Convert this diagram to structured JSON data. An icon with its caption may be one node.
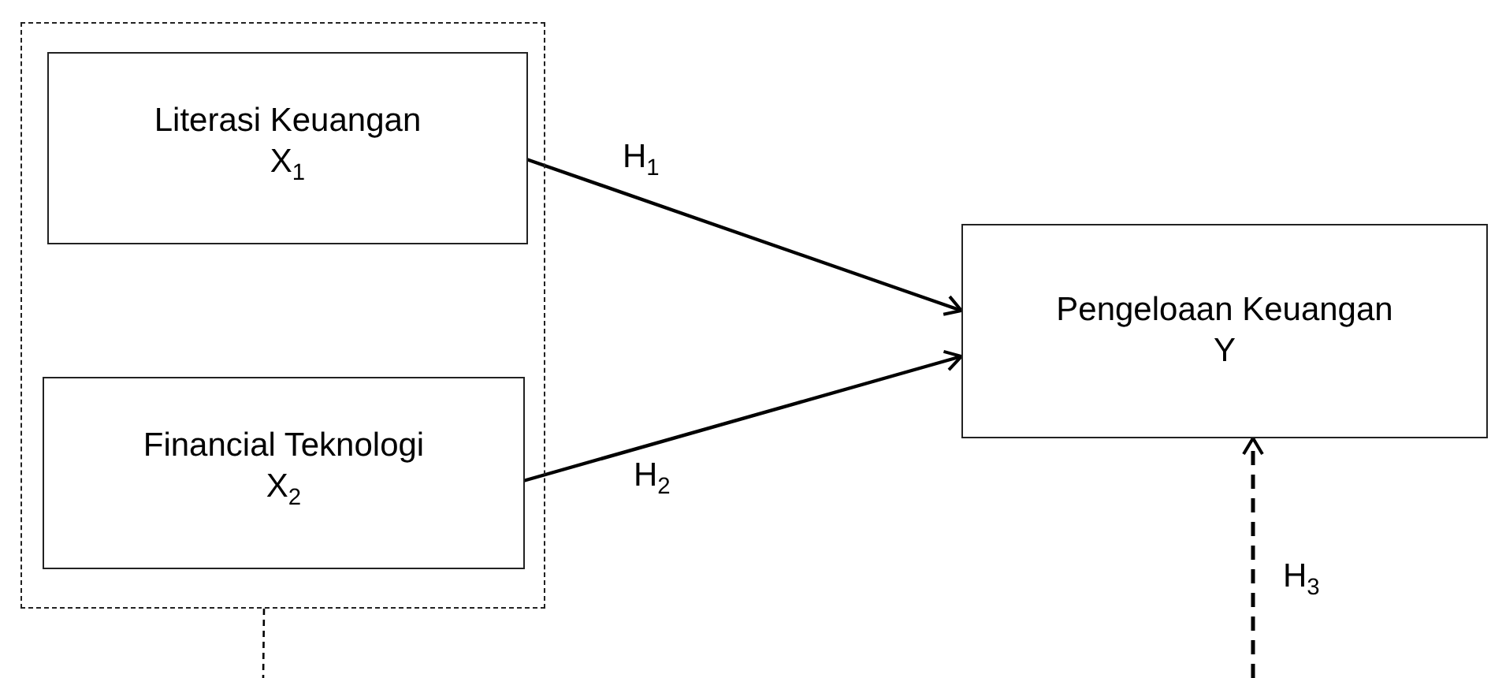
{
  "diagram": {
    "nodes": [
      {
        "text": [],
        "shape": "box"
      },
      {
        "text": [
          "Literasi Keuangan X$_{1}$"
        ],
        "in": 0
      },
      {
        "text": [
          "Financial Teknologi X$_{2}$"
        ],
        "in": 0
      },
      {
        "text": [
          "Pengeloaan Keuangan Y"
        ]
      }
    ],
    "edges": [
      {
        "from": 1,
        "to": 3,
        "arrow": "to",
        "label": "H$_{1}$"
      },
      {
        "from": 2,
        "to": 3,
        "arrow": "to",
        "label": "H$_{2}$"
      },
      {
        "from": 0,
        "to": null,
        "arrow": "none",
        "style": "dashed"
      },
      {
        "from": null,
        "to": 3,
        "arrow": "to",
        "style": "dashed",
        "label": "H$_{3}$"
      }
    ]
  }
}
